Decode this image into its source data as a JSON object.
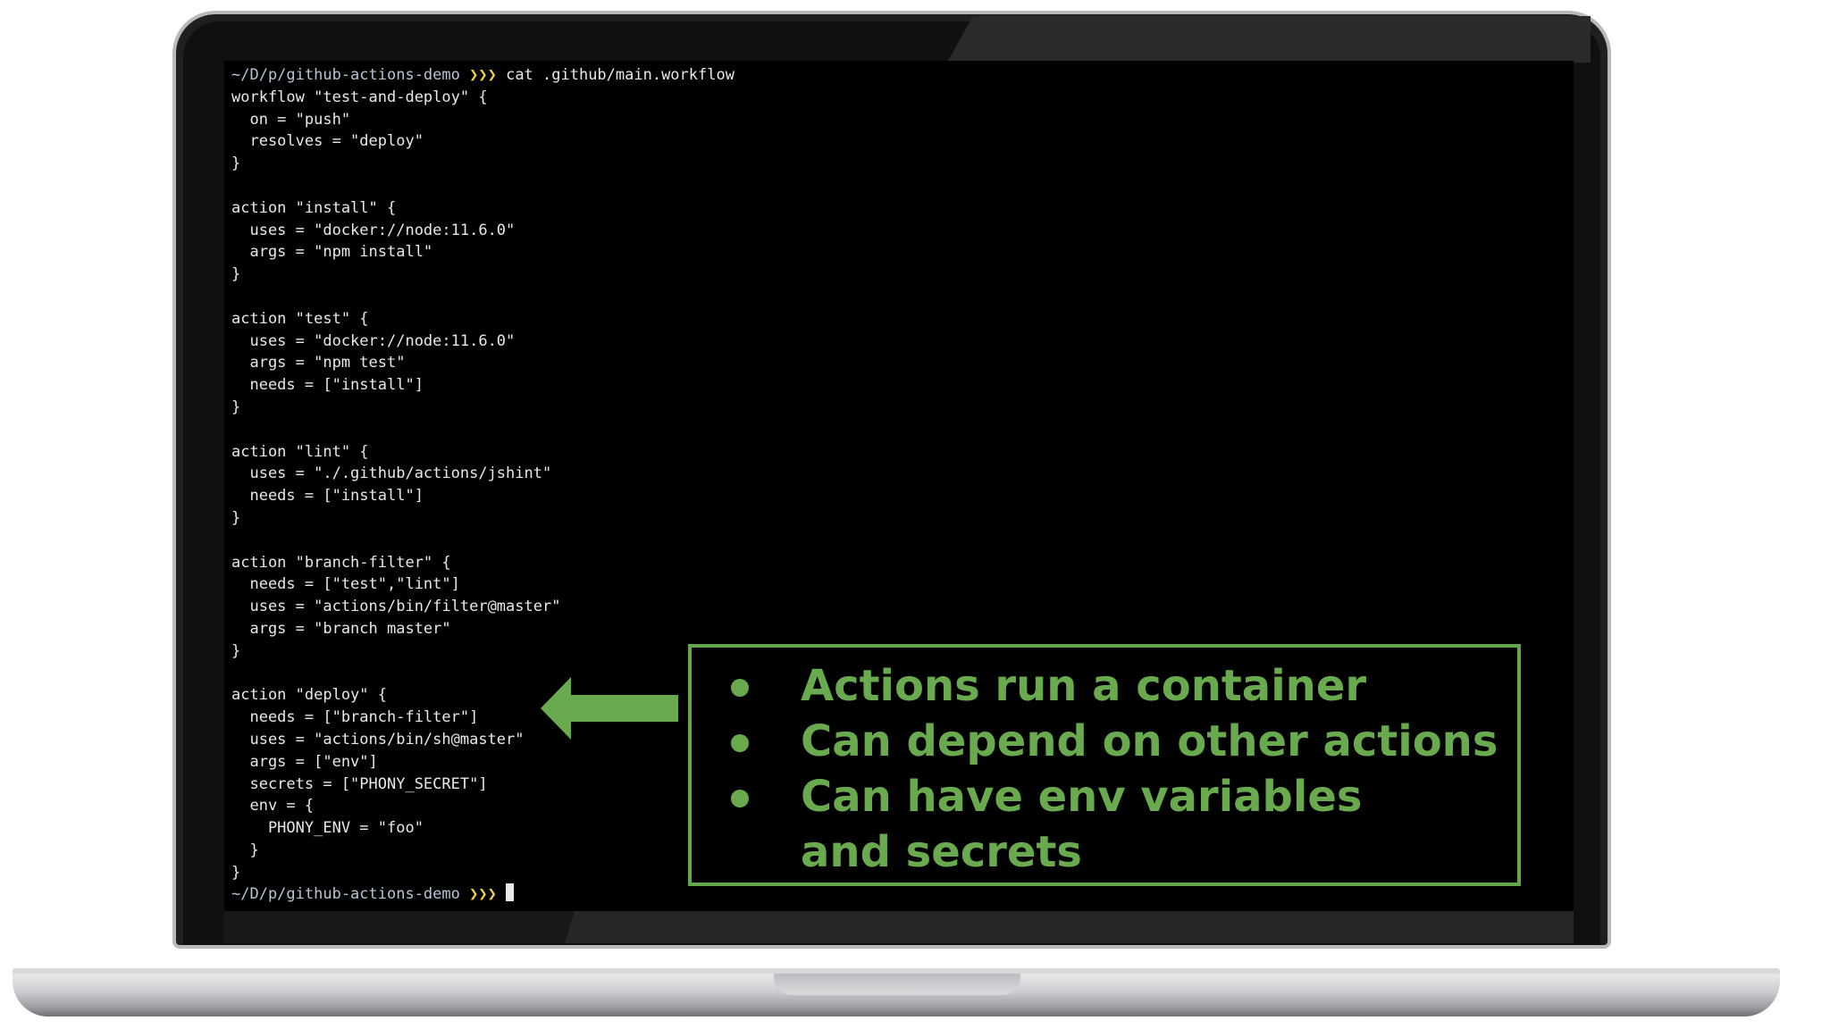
{
  "terminal": {
    "prompt_path": "~/D/p/github-actions-demo",
    "prompt_symbol": "❯❯❯",
    "command": " cat .github/main.workflow",
    "file_lines": [
      "workflow \"test-and-deploy\" {",
      "  on = \"push\"",
      "  resolves = \"deploy\"",
      "}",
      "",
      "action \"install\" {",
      "  uses = \"docker://node:11.6.0\"",
      "  args = \"npm install\"",
      "}",
      "",
      "action \"test\" {",
      "  uses = \"docker://node:11.6.0\"",
      "  args = \"npm test\"",
      "  needs = [\"install\"]",
      "}",
      "",
      "action \"lint\" {",
      "  uses = \"./.github/actions/jshint\"",
      "  needs = [\"install\"]",
      "}",
      "",
      "action \"branch-filter\" {",
      "  needs = [\"test\",\"lint\"]",
      "  uses = \"actions/bin/filter@master\"",
      "  args = \"branch master\"",
      "}",
      "",
      "action \"deploy\" {",
      "  needs = [\"branch-filter\"]",
      "  uses = \"actions/bin/sh@master\"",
      "  args = [\"env\"]",
      "  secrets = [\"PHONY_SECRET\"]",
      "  env = {",
      "    PHONY_ENV = \"foo\"",
      "  }",
      "}"
    ],
    "final_prompt_path": "~/D/p/github-actions-demo",
    "final_prompt_symbol": "❯❯❯"
  },
  "callout": {
    "bullets": [
      "Actions run a container",
      "Can depend on other actions",
      "Can have env variables"
    ],
    "continuation": "and secrets",
    "color": "#6aaa4e",
    "border_color": "#64a64c"
  },
  "icons": {
    "arrow": "arrow-left-icon"
  }
}
